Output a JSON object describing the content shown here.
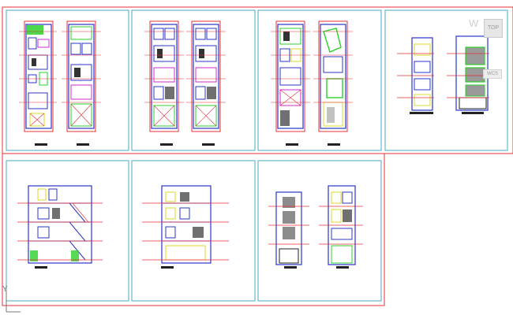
{
  "viewcube": {
    "top_label": "TOP",
    "west_label": "W",
    "wcs_label": "WCS"
  },
  "ucs": {
    "y_label": "Y"
  },
  "colors": {
    "sheet_border": "#e0303a",
    "viewport_border": "#4aa9c8",
    "wall_blue": "#2a35c8",
    "axis_red": "#e0303a",
    "green": "#2bd12b",
    "yellow": "#d9d92a",
    "magenta": "#d02ad0",
    "dark": "#222222"
  }
}
